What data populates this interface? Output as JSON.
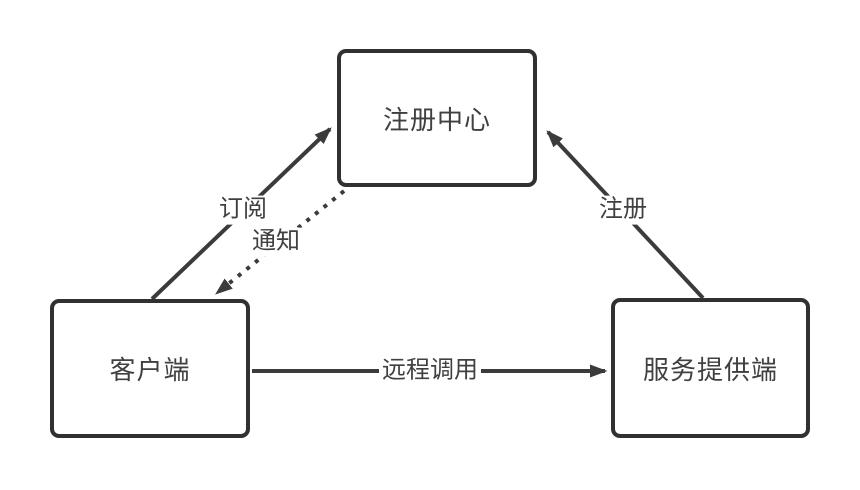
{
  "diagram": {
    "type": "architecture-diagram",
    "nodes": {
      "registry": {
        "label": "注册中心"
      },
      "client": {
        "label": "客户端"
      },
      "provider": {
        "label": "服务提供端"
      }
    },
    "edges": {
      "subscribe": {
        "label": "订阅",
        "from": "客户端",
        "to": "注册中心",
        "style": "solid"
      },
      "notify": {
        "label": "通知",
        "from": "注册中心",
        "to": "客户端",
        "style": "dotted"
      },
      "register": {
        "label": "注册",
        "from": "服务提供端",
        "to": "注册中心",
        "style": "solid"
      },
      "remote_call": {
        "label": "远程调用",
        "from": "客户端",
        "to": "服务提供端",
        "style": "solid"
      }
    },
    "colors": {
      "line": "#3b3b3b",
      "text": "#404040",
      "node_border": "#313131",
      "node_fill": "#ffffff",
      "background": "#ffffff"
    }
  }
}
